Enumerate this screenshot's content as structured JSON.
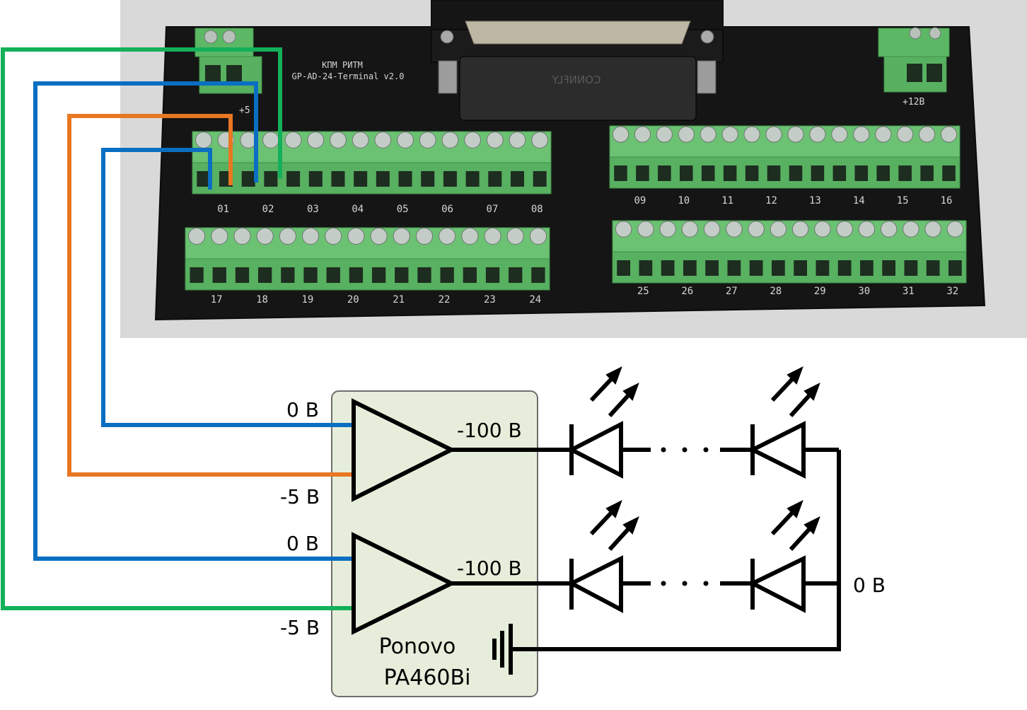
{
  "board": {
    "title_line1": "КПМ РИТМ",
    "title_line2": "GP-AD-24-Terminal v2.0",
    "connector_brand": "CONNFLY",
    "power_left_label": "+5",
    "power_right_label": "+12B",
    "rows": [
      [
        "01",
        "02",
        "03",
        "04",
        "05",
        "06",
        "07",
        "08"
      ],
      [
        "09",
        "10",
        "11",
        "12",
        "13",
        "14",
        "15",
        "16"
      ],
      [
        "17",
        "18",
        "19",
        "20",
        "21",
        "22",
        "23",
        "24"
      ],
      [
        "25",
        "26",
        "27",
        "28",
        "29",
        "30",
        "31",
        "32"
      ]
    ]
  },
  "schematic": {
    "amp1": {
      "in_top": "0 В",
      "in_bottom": "-5 В",
      "out": "-100 В"
    },
    "amp2": {
      "in_top": "0 В",
      "in_bottom": "-5 В",
      "out": "-100 В"
    },
    "return_label": "0 В",
    "device_line1": "Ponovo",
    "device_line2": "PA460Bi"
  },
  "colors": {
    "wire_blue": "#0a6fc2",
    "wire_orange": "#e87722",
    "wire_green": "#13b05a",
    "device_box": "#e6eedb",
    "pcb": "#141414",
    "terminal_green": "#5db866"
  }
}
